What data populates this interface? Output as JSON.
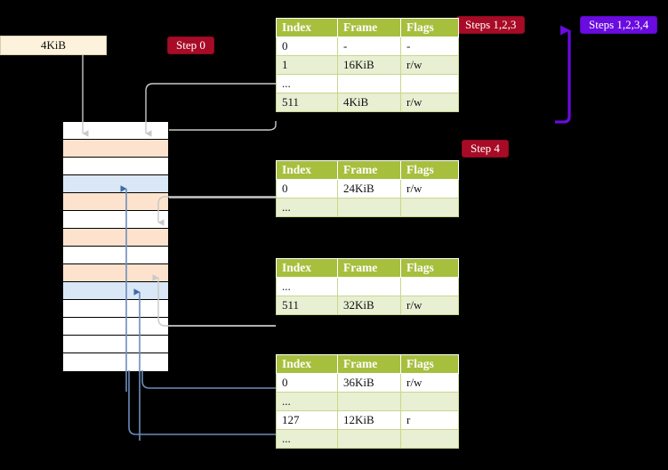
{
  "diagram": {
    "title_hidden": "",
    "memory_box": {
      "label": "4KiB"
    },
    "badges": {
      "step0": "Step 0",
      "step123": "Steps 1,2,3",
      "step1234": "Steps 1,2,3,4",
      "step4": "Step 4"
    },
    "colors": {
      "badge_red": "#a80b26",
      "badge_purple": "#6a0bdf",
      "table_header": "#a6bf3d",
      "table_alt_row": "#e8efd2",
      "highlight_yellow": "#fbf8a8",
      "grid_orange": "#fde3cd",
      "grid_blue": "#dae7f6",
      "memory_box_fill": "#fdf3dc",
      "connector_gray": "#bfbfbf",
      "connector_blue": "#6b8cba"
    },
    "columns": [
      "Index",
      "Frame",
      "Flags"
    ],
    "tables": [
      {
        "name": "pml4-table",
        "rows": [
          {
            "index": "0",
            "frame": "-",
            "flags": "-",
            "alt": false,
            "highlight": false
          },
          {
            "index": "1",
            "frame": "16KiB",
            "flags": "r/w",
            "alt": true,
            "highlight": false
          },
          {
            "index": "...",
            "frame": "",
            "flags": "",
            "alt": false,
            "highlight": false
          },
          {
            "index": "511",
            "frame": "4KiB",
            "flags": "r/w",
            "alt": true,
            "highlight": true
          }
        ]
      },
      {
        "name": "pdp-table",
        "rows": [
          {
            "index": "0",
            "frame": "24KiB",
            "flags": "r/w",
            "alt": false,
            "highlight": false
          },
          {
            "index": "...",
            "frame": "",
            "flags": "",
            "alt": true,
            "highlight": false
          }
        ]
      },
      {
        "name": "pd-table",
        "rows": [
          {
            "index": "...",
            "frame": "",
            "flags": "",
            "alt": false,
            "highlight": false
          },
          {
            "index": "511",
            "frame": "32KiB",
            "flags": "r/w",
            "alt": true,
            "highlight": false
          }
        ]
      },
      {
        "name": "pt-table",
        "rows": [
          {
            "index": "0",
            "frame": "36KiB",
            "flags": "r/w",
            "alt": false,
            "highlight": false
          },
          {
            "index": "...",
            "frame": "",
            "flags": "",
            "alt": true,
            "highlight": false
          },
          {
            "index": "127",
            "frame": "12KiB",
            "flags": "r",
            "alt": false,
            "highlight": false
          },
          {
            "index": "...",
            "frame": "",
            "flags": "",
            "alt": true,
            "highlight": false
          }
        ]
      }
    ],
    "memory_grid": {
      "name": "physical-memory-grid",
      "cells": [
        {
          "fill": "white"
        },
        {
          "fill": "orange"
        },
        {
          "fill": "white"
        },
        {
          "fill": "blue"
        },
        {
          "fill": "orange"
        },
        {
          "fill": "white"
        },
        {
          "fill": "orange"
        },
        {
          "fill": "white"
        },
        {
          "fill": "orange"
        },
        {
          "fill": "blue"
        },
        {
          "fill": "white"
        },
        {
          "fill": "white"
        },
        {
          "fill": "white"
        },
        {
          "fill": "white"
        }
      ]
    }
  }
}
